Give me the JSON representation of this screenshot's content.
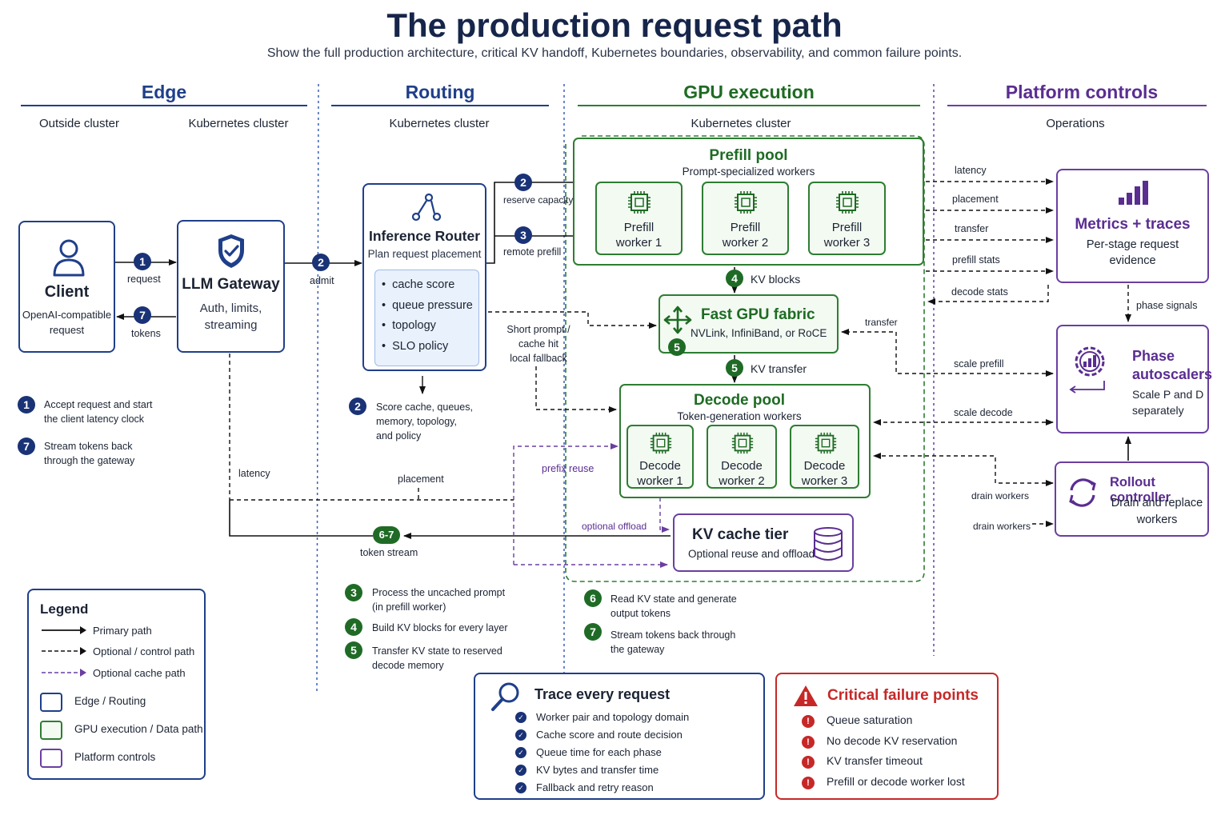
{
  "title": "The production request path",
  "subtitle": "Show the full production architecture, critical KV handoff, Kubernetes boundaries, observability, and common failure points.",
  "colors": {
    "navy": "#1f3f8a",
    "green": "#2e7d32",
    "purple": "#6a3fa0",
    "red": "#c62828"
  },
  "columns": {
    "edge": {
      "title": "Edge",
      "sub_outside": "Outside cluster",
      "sub_k8s": "Kubernetes cluster"
    },
    "routing": {
      "title": "Routing",
      "sub": "Kubernetes cluster"
    },
    "gpu": {
      "title": "GPU execution",
      "sub": "Kubernetes cluster"
    },
    "platform": {
      "title": "Platform controls",
      "sub": "Operations"
    }
  },
  "client": {
    "icon": "user-icon",
    "title": "Client",
    "desc_line1": "OpenAI-compatible",
    "desc_line2": "request"
  },
  "gateway": {
    "icon": "shield-check-icon",
    "title": "LLM Gateway",
    "desc_line1": "Auth, limits,",
    "desc_line2": "streaming"
  },
  "router": {
    "icon": "branch-icon",
    "title": "Inference Router",
    "subtitle": "Plan request placement",
    "items": [
      "cache score",
      "queue pressure",
      "topology",
      "SLO policy"
    ]
  },
  "prefill_pool": {
    "title": "Prefill pool",
    "subtitle": "Prompt-specialized workers",
    "workers": [
      [
        "Prefill",
        "worker 1"
      ],
      [
        "Prefill",
        "worker 2"
      ],
      [
        "Prefill",
        "worker 3"
      ]
    ]
  },
  "fabric": {
    "icon": "move-arrows-icon",
    "title": "Fast GPU fabric",
    "subtitle": "NVLink, InfiniBand, or RoCE"
  },
  "decode_pool": {
    "title": "Decode pool",
    "subtitle": "Token-generation workers",
    "workers": [
      [
        "Decode",
        "worker 1"
      ],
      [
        "Decode",
        "worker 2"
      ],
      [
        "Decode",
        "worker 3"
      ]
    ]
  },
  "kv_tier": {
    "icon": "database-icon",
    "title": "KV cache tier",
    "subtitle": "Optional reuse and offload"
  },
  "metrics": {
    "icon": "bar-chart-icon",
    "title": "Metrics + traces",
    "desc_line1": "Per-stage request",
    "desc_line2": "evidence"
  },
  "autoscalers": {
    "icon": "gear-chart-icon",
    "title_line1": "Phase",
    "title_line2": "autoscalers",
    "desc_line1": "Scale P and D",
    "desc_line2": "separately"
  },
  "rollout": {
    "icon": "refresh-icon",
    "title": "Rollout controller",
    "desc_line1": "Drain and replace",
    "desc_line2": "workers"
  },
  "badges": {
    "b1": "1",
    "b2": "2",
    "b3": "3",
    "b4": "4",
    "b5": "5",
    "b6": "6",
    "b7": "7",
    "b67": "6-7"
  },
  "labels": {
    "request": "request",
    "tokens": "tokens",
    "admit": "admit",
    "reserve_capacity": "reserve capacity",
    "remote_prefill": "remote prefill",
    "short_prompt_1": "Short prompt /",
    "short_prompt_2": "cache hit",
    "short_prompt_3": "local fallback",
    "kv_blocks": "KV blocks",
    "kv_transfer": "KV transfer",
    "transfer": "transfer",
    "latency": "latency",
    "placement": "placement",
    "prefix_reuse": "prefix reuse",
    "optional_offload": "optional offload",
    "token_stream": "token stream",
    "m_latency": "latency",
    "m_placement": "placement",
    "m_transfer": "transfer",
    "m_prefill_stats": "prefill stats",
    "m_decode_stats": "decode stats",
    "phase_signals": "phase signals",
    "scale_prefill": "scale prefill",
    "scale_decode": "scale decode",
    "drain_workers_1": "drain workers",
    "drain_workers_2": "drain workers"
  },
  "edge_notes": [
    {
      "num": "1",
      "line1": "Accept request and start",
      "line2": "the client latency clock"
    },
    {
      "num": "7",
      "line1": "Stream tokens back",
      "line2": "through the gateway"
    }
  ],
  "router_note": {
    "num": "2",
    "lines": [
      "Score cache, queues,",
      "memory, topology,",
      "and policy"
    ]
  },
  "mid_notes": [
    {
      "num": "3",
      "line1": "Process the uncached prompt",
      "line2": "(in prefill worker)"
    },
    {
      "num": "4",
      "line1": "Build KV blocks for every layer",
      "line2": ""
    },
    {
      "num": "5",
      "line1": "Transfer KV state to reserved",
      "line2": "decode memory"
    }
  ],
  "gpu_notes": [
    {
      "num": "6",
      "line1": "Read KV state and generate",
      "line2": "output tokens"
    },
    {
      "num": "7",
      "line1": "Stream tokens back through",
      "line2": "the gateway"
    }
  ],
  "legend": {
    "title": "Legend",
    "lines": [
      "Primary path",
      "Optional / control path",
      "Optional cache path"
    ],
    "boxes": [
      "Edge / Routing",
      "GPU execution / Data path",
      "Platform controls"
    ]
  },
  "trace": {
    "icon": "magnifier-icon",
    "title": "Trace every request",
    "items": [
      "Worker pair and topology domain",
      "Cache score and route decision",
      "Queue time for each phase",
      "KV bytes and transfer time",
      "Fallback and retry reason"
    ]
  },
  "failures": {
    "icon": "warning-icon",
    "title": "Critical failure points",
    "items": [
      "Queue saturation",
      "No decode KV reservation",
      "KV transfer timeout",
      "Prefill or decode worker lost"
    ]
  }
}
